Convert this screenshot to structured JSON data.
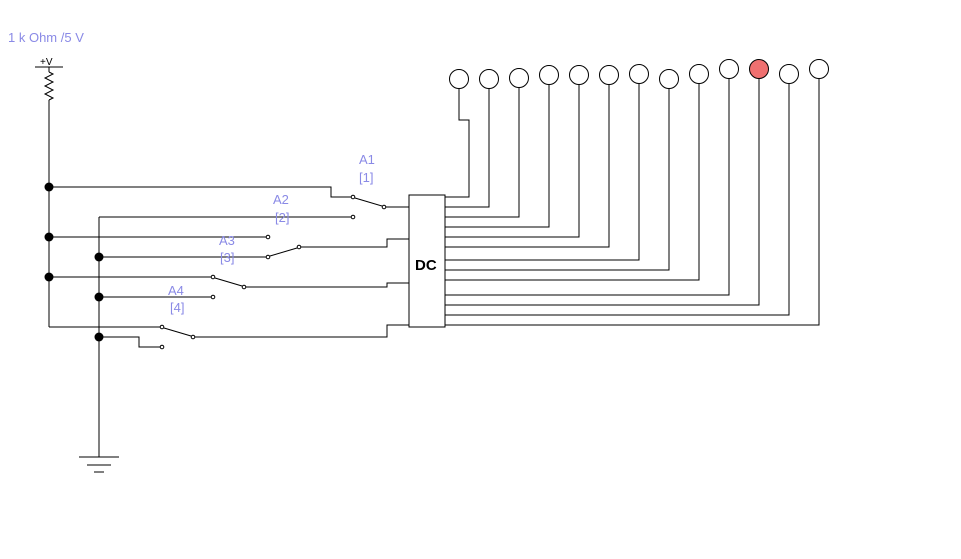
{
  "source": {
    "label": "1 k Ohm /5 V",
    "vcc_label": "+V"
  },
  "decoder": {
    "label": "DC"
  },
  "switches": [
    {
      "name": "A1",
      "key": "[1]"
    },
    {
      "name": "A2",
      "key": "[2]"
    },
    {
      "name": "A3",
      "key": "[3]"
    },
    {
      "name": "A4",
      "key": "[4]"
    }
  ],
  "lamps": [
    {
      "index": 0,
      "on": false
    },
    {
      "index": 1,
      "on": false
    },
    {
      "index": 2,
      "on": false
    },
    {
      "index": 3,
      "on": false
    },
    {
      "index": 4,
      "on": false
    },
    {
      "index": 5,
      "on": false
    },
    {
      "index": 6,
      "on": false
    },
    {
      "index": 7,
      "on": false
    },
    {
      "index": 8,
      "on": false
    },
    {
      "index": 9,
      "on": false
    },
    {
      "index": 10,
      "on": true
    },
    {
      "index": 11,
      "on": false
    },
    {
      "index": 12,
      "on": false
    }
  ],
  "colors": {
    "lamp_on": "#ef7070",
    "lamp_off": "#ffffff",
    "label": "#8a8ae6"
  }
}
